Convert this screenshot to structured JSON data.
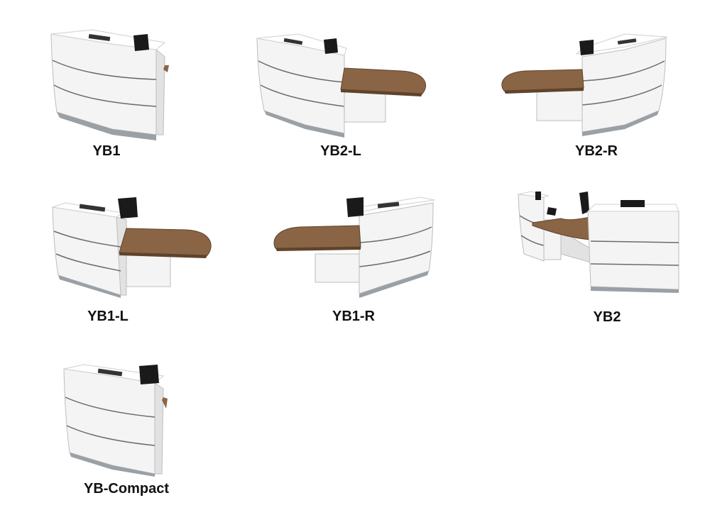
{
  "colors": {
    "panel_white": "#f4f4f4",
    "panel_shade": "#e2e2e2",
    "groove": "#6b6b6b",
    "kick_plate": "#9aa0a6",
    "wood": "#8a6545",
    "wood_edge": "#5f432b",
    "chair": "#1a1a1a",
    "label": "#111111"
  },
  "desks": [
    {
      "id": "yb1",
      "label": "YB1"
    },
    {
      "id": "yb2-l",
      "label": "YB2-L"
    },
    {
      "id": "yb2-r",
      "label": "YB2-R"
    },
    {
      "id": "yb1-l",
      "label": "YB1-L"
    },
    {
      "id": "yb1-r",
      "label": "YB1-R"
    },
    {
      "id": "yb2",
      "label": "YB2"
    },
    {
      "id": "yb-compact",
      "label": "YB-Compact"
    }
  ]
}
